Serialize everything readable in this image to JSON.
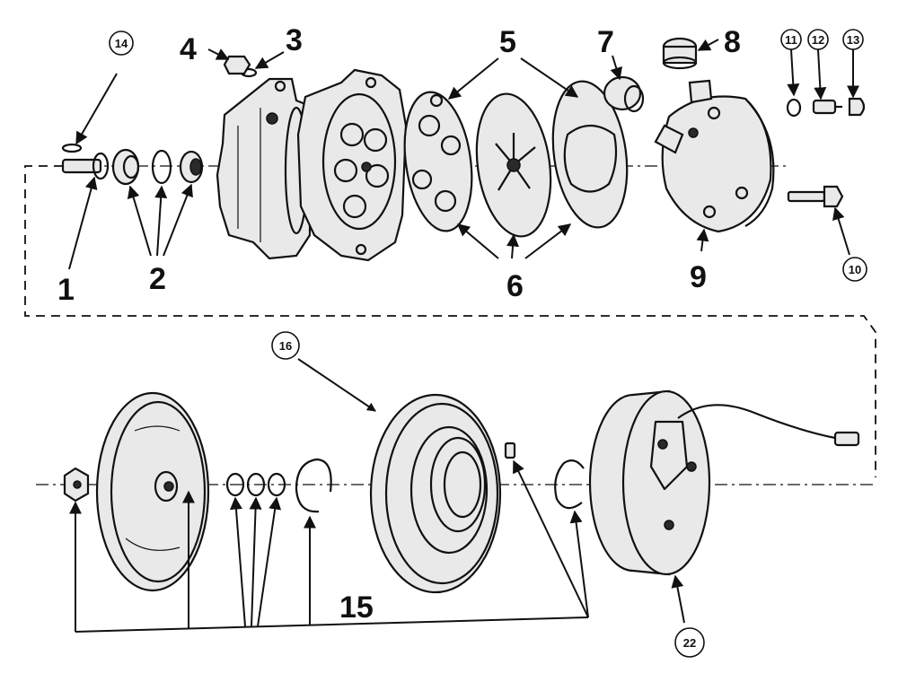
{
  "callouts": {
    "c1": "1",
    "c2": "2",
    "c3": "3",
    "c4": "4",
    "c5": "5",
    "c6": "6",
    "c7": "7",
    "c8": "8",
    "c9": "9",
    "c10": "10",
    "c11": "11",
    "c12": "12",
    "c13": "13",
    "c14": "14",
    "c15": "15",
    "c16": "16",
    "c22": "22"
  }
}
